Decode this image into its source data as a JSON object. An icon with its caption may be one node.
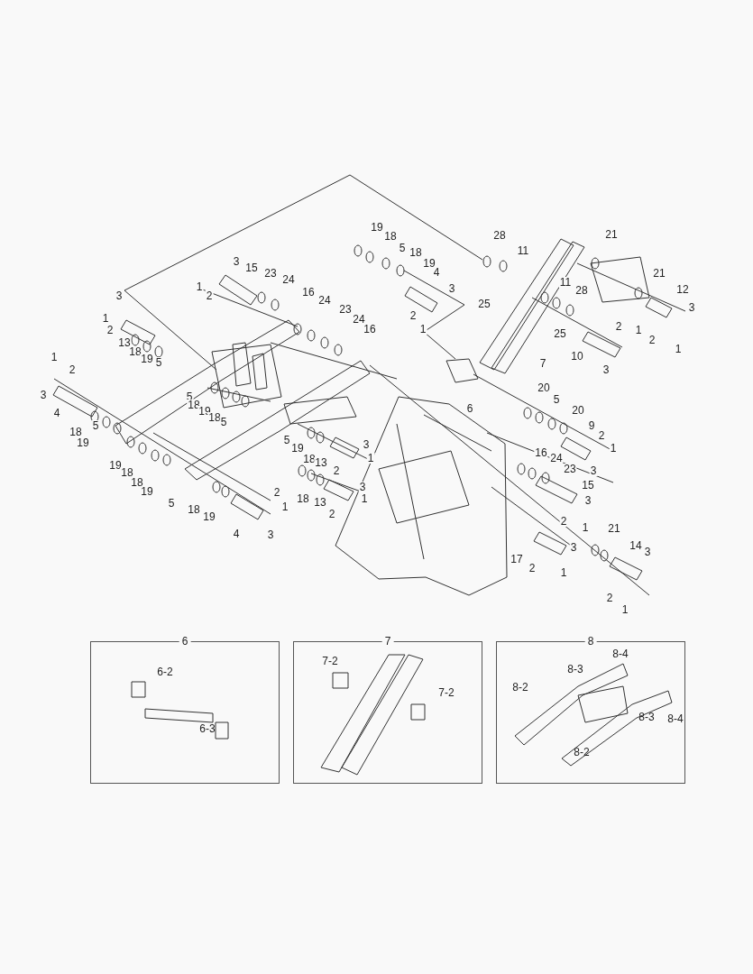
{
  "diagram": {
    "nodes": [
      {
        "text": [
          "6"
        ]
      },
      {
        "text": [
          "7"
        ]
      },
      {
        "text": [
          "8"
        ]
      }
    ],
    "labels": [
      "19",
      "18",
      "28",
      "21",
      "5",
      "18",
      "11",
      "3",
      "15",
      "19",
      "23",
      "24",
      "4",
      "21",
      "1",
      "16",
      "3",
      "11",
      "28",
      "12",
      "3",
      "2",
      "24",
      "23",
      "25",
      "3",
      "1",
      "24",
      "2",
      "2",
      "16",
      "1",
      "25",
      "2",
      "1",
      "13",
      "2",
      "1",
      "1",
      "18",
      "19",
      "5",
      "7",
      "10",
      "2",
      "3",
      "3",
      "5",
      "20",
      "5",
      "4",
      "18",
      "19",
      "6",
      "20",
      "5",
      "18",
      "5",
      "9",
      "18",
      "19",
      "5",
      "19",
      "3",
      "2",
      "1",
      "18",
      "13",
      "1",
      "16",
      "24",
      "19",
      "18",
      "2",
      "23",
      "3",
      "18",
      "19",
      "2",
      "3",
      "15",
      "5",
      "18",
      "1",
      "18",
      "13",
      "1",
      "3",
      "19",
      "2",
      "2",
      "4",
      "3",
      "1",
      "21",
      "3",
      "14",
      "3",
      "17",
      "2",
      "1",
      "2",
      "1",
      "6-2",
      "7-2",
      "8-3",
      "8-4",
      "7-2",
      "8-2",
      "6-3",
      "8-3",
      "8-4",
      "8-2"
    ]
  }
}
